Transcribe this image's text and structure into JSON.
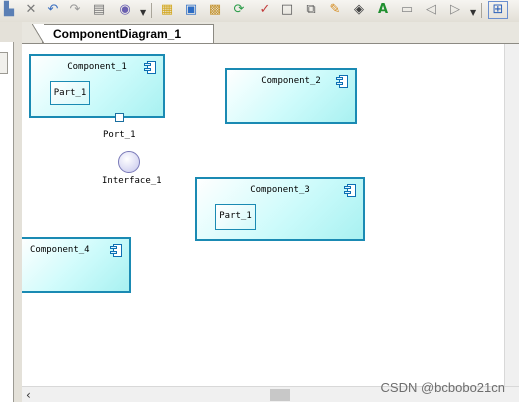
{
  "toolbar": {
    "icons": [
      "save-icon",
      "cut-icon",
      "undo-icon",
      "redo-icon",
      "print-icon",
      "browse-icon",
      "new-diagram-icon",
      "find-icon",
      "refresh-icon",
      "check-icon",
      "shape-icon",
      "align-icon",
      "pen-icon",
      "fill-icon",
      "font-icon",
      "erase-icon",
      "back-icon",
      "forward-icon",
      "layout-icon"
    ]
  },
  "tabs": [
    {
      "label": "ComponentDiagram_1"
    }
  ],
  "diagram": {
    "components": [
      {
        "name": "Component_1",
        "part": "Part_1"
      },
      {
        "name": "Component_2"
      },
      {
        "name": "Component_3",
        "part": "Part_1"
      },
      {
        "name": "Component_4"
      }
    ],
    "port_label": "Port_1",
    "interface_label": "Interface_1"
  },
  "scrollbar": {
    "left_arrow": "‹"
  },
  "watermark": "CSDN @bcbobo21cn",
  "colors": {
    "component_border": "#1a8ab3",
    "component_fill": "#cdfbfb"
  }
}
